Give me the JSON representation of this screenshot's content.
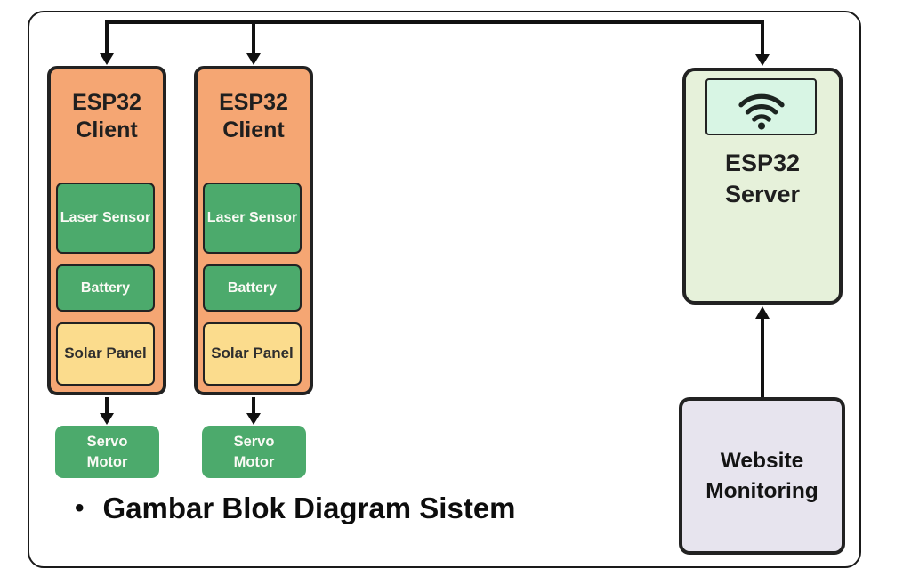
{
  "caption": {
    "bullet": "•",
    "text": "Gambar Blok Diagram Sistem"
  },
  "clients": [
    {
      "title": "ESP32 Client",
      "components": [
        {
          "label": "Laser Sensor"
        },
        {
          "label": "Battery"
        },
        {
          "label": "Solar Panel"
        }
      ],
      "actuator": "Servo Motor"
    },
    {
      "title": "ESP32 Client",
      "components": [
        {
          "label": "Laser Sensor"
        },
        {
          "label": "Battery"
        },
        {
          "label": "Solar Panel"
        }
      ],
      "actuator": "Servo Motor"
    }
  ],
  "server": {
    "title": "ESP32 Server",
    "icon": "wifi-icon"
  },
  "monitor": {
    "title": "Website Monitoring"
  },
  "colors": {
    "client-bg": "#F5A673",
    "component-green": "#4CAA6C",
    "solar-yellow": "#FBDC8D",
    "server-bg": "#E6F1DA",
    "wifi-bg": "#D8F5E4",
    "monitor-bg": "#E7E4EE",
    "border-dark": "#222222",
    "line": "#111111",
    "text-dark": "#1F1F1F",
    "text-light": "#FAFAF5"
  }
}
